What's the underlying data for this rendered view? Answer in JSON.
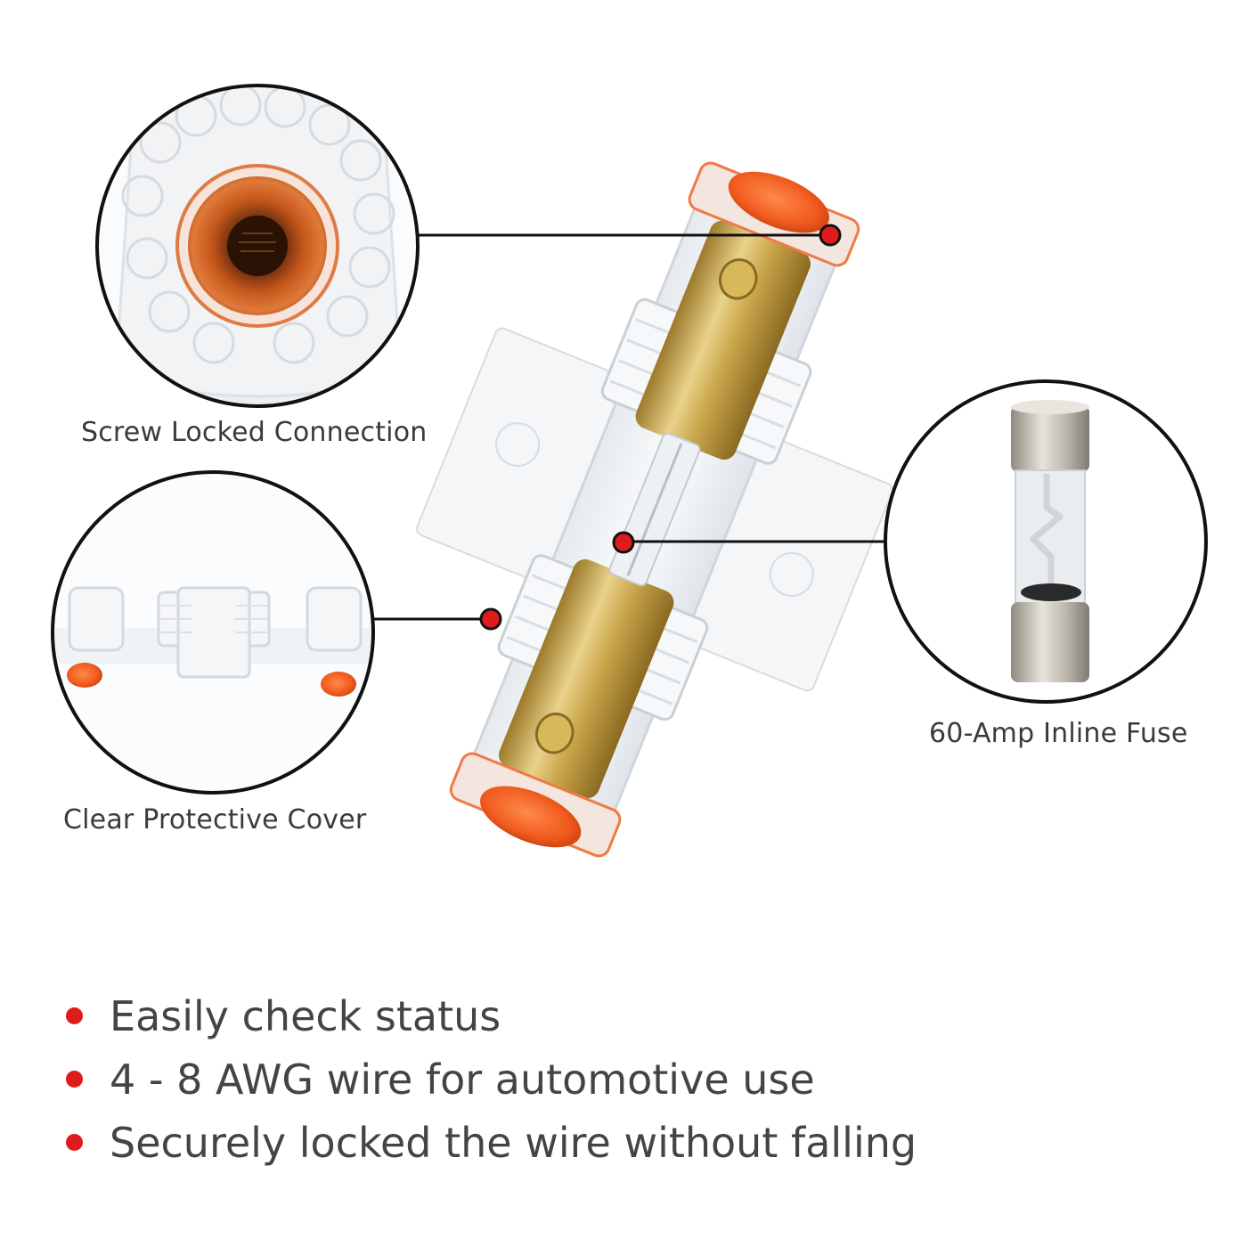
{
  "callouts": {
    "screw": {
      "label": "Screw Locked Connection"
    },
    "cover": {
      "label": "Clear Protective Cover"
    },
    "fuse": {
      "label": "60-Amp Inline Fuse"
    }
  },
  "features": [
    {
      "text": "Easily check status"
    },
    {
      "text": "4 - 8 AWG wire for automotive use"
    },
    {
      "text": "Securely locked the wire without falling"
    }
  ],
  "colors": {
    "accent": "#e01b1b",
    "cap_orange": "#f05a1e",
    "brass": "#c9a54a",
    "text": "#3a3a3a"
  }
}
